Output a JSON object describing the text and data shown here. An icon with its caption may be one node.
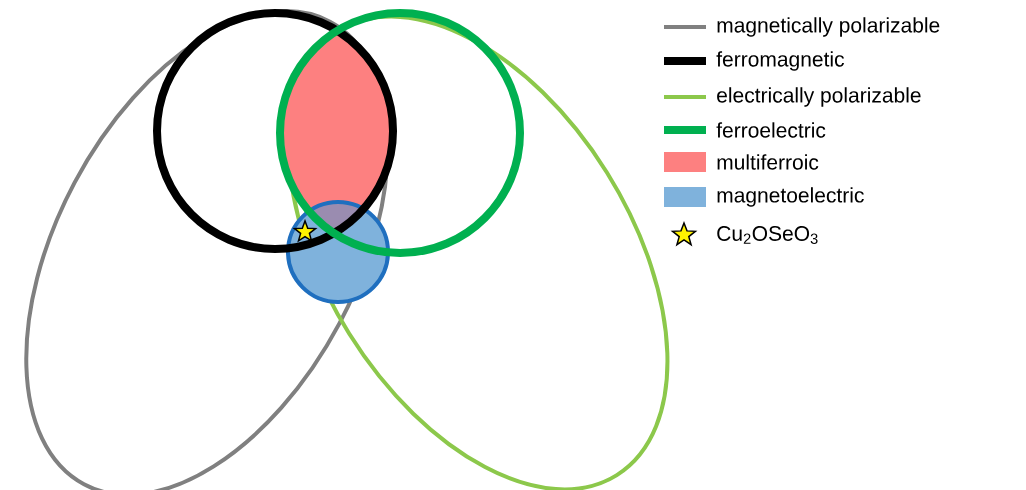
{
  "diagram": {
    "legend": [
      {
        "text": "magnetically polarizable"
      },
      {
        "text": "ferromagnetic"
      },
      {
        "text": "electrically polarizable"
      },
      {
        "text": "ferroelectric"
      },
      {
        "text": "multiferroic",
        "color": "#fd8080"
      },
      {
        "text": "magnetoelectric",
        "color": "#7fb2dc"
      },
      {
        "text": "Cu$_{2}$OSeO$_{3}$"
      }
    ]
  }
}
